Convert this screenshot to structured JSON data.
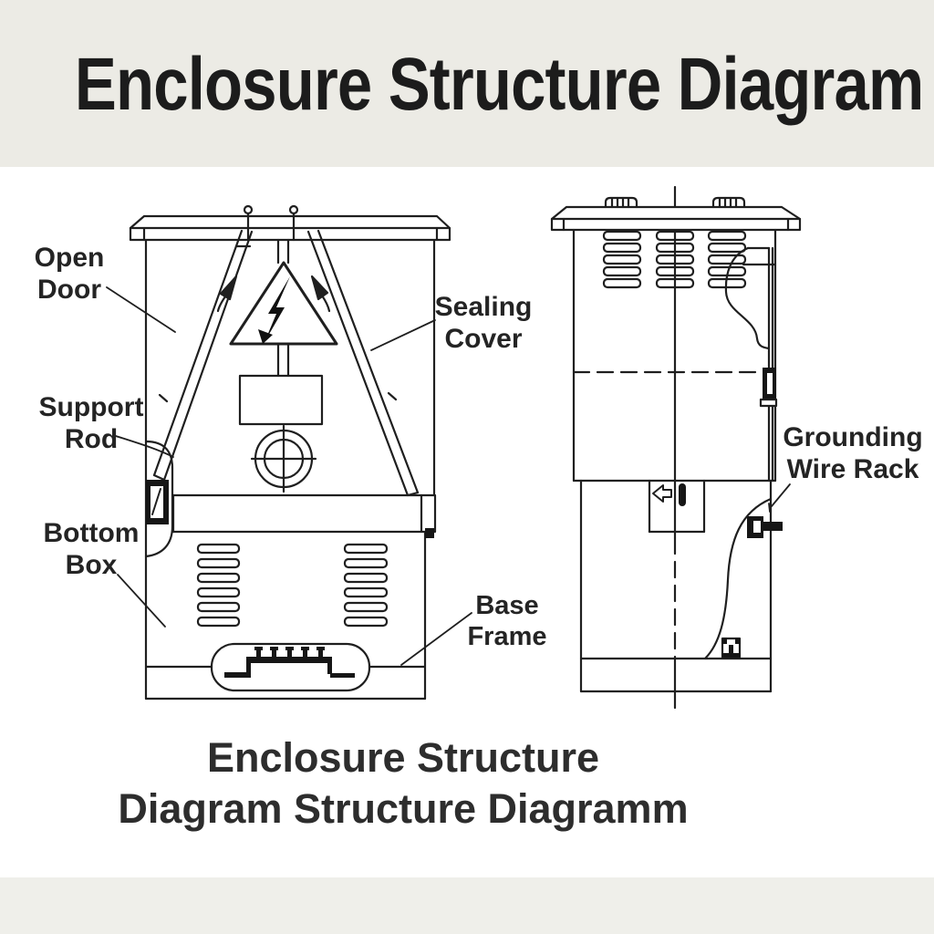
{
  "header": {
    "title": "Enclosure Structure Diagram"
  },
  "caption": {
    "line1": "Enclosure Structure",
    "line2": "Diagram Structure Diagramm"
  },
  "diagram": {
    "ink_color": "#1f1f1f",
    "band_color_header": "#ecebe5",
    "band_color_footer": "#efefea",
    "labels": [
      {
        "id": "open-door",
        "lines": [
          "Open",
          "Door"
        ]
      },
      {
        "id": "support-rod",
        "lines": [
          "Support",
          "Rod"
        ]
      },
      {
        "id": "bottom-box",
        "lines": [
          "Bottom",
          "Box"
        ]
      },
      {
        "id": "sealing-cover",
        "lines": [
          "Sealing",
          "Cover"
        ]
      },
      {
        "id": "base-frame",
        "lines": [
          "Base",
          "Frame"
        ]
      },
      {
        "id": "grounding-wire-rack",
        "lines": [
          "Grounding",
          "Wire Rack"
        ]
      }
    ],
    "icons": {
      "warning": "high-voltage-triangle-icon",
      "lock": "door-lock-crosshair-icon",
      "vents": "louver-vent-icon",
      "arrow": "left-arrow-icon",
      "bolt": "grounding-bolt-icon"
    },
    "views": {
      "left": "front view, door open",
      "right": "side view"
    }
  }
}
